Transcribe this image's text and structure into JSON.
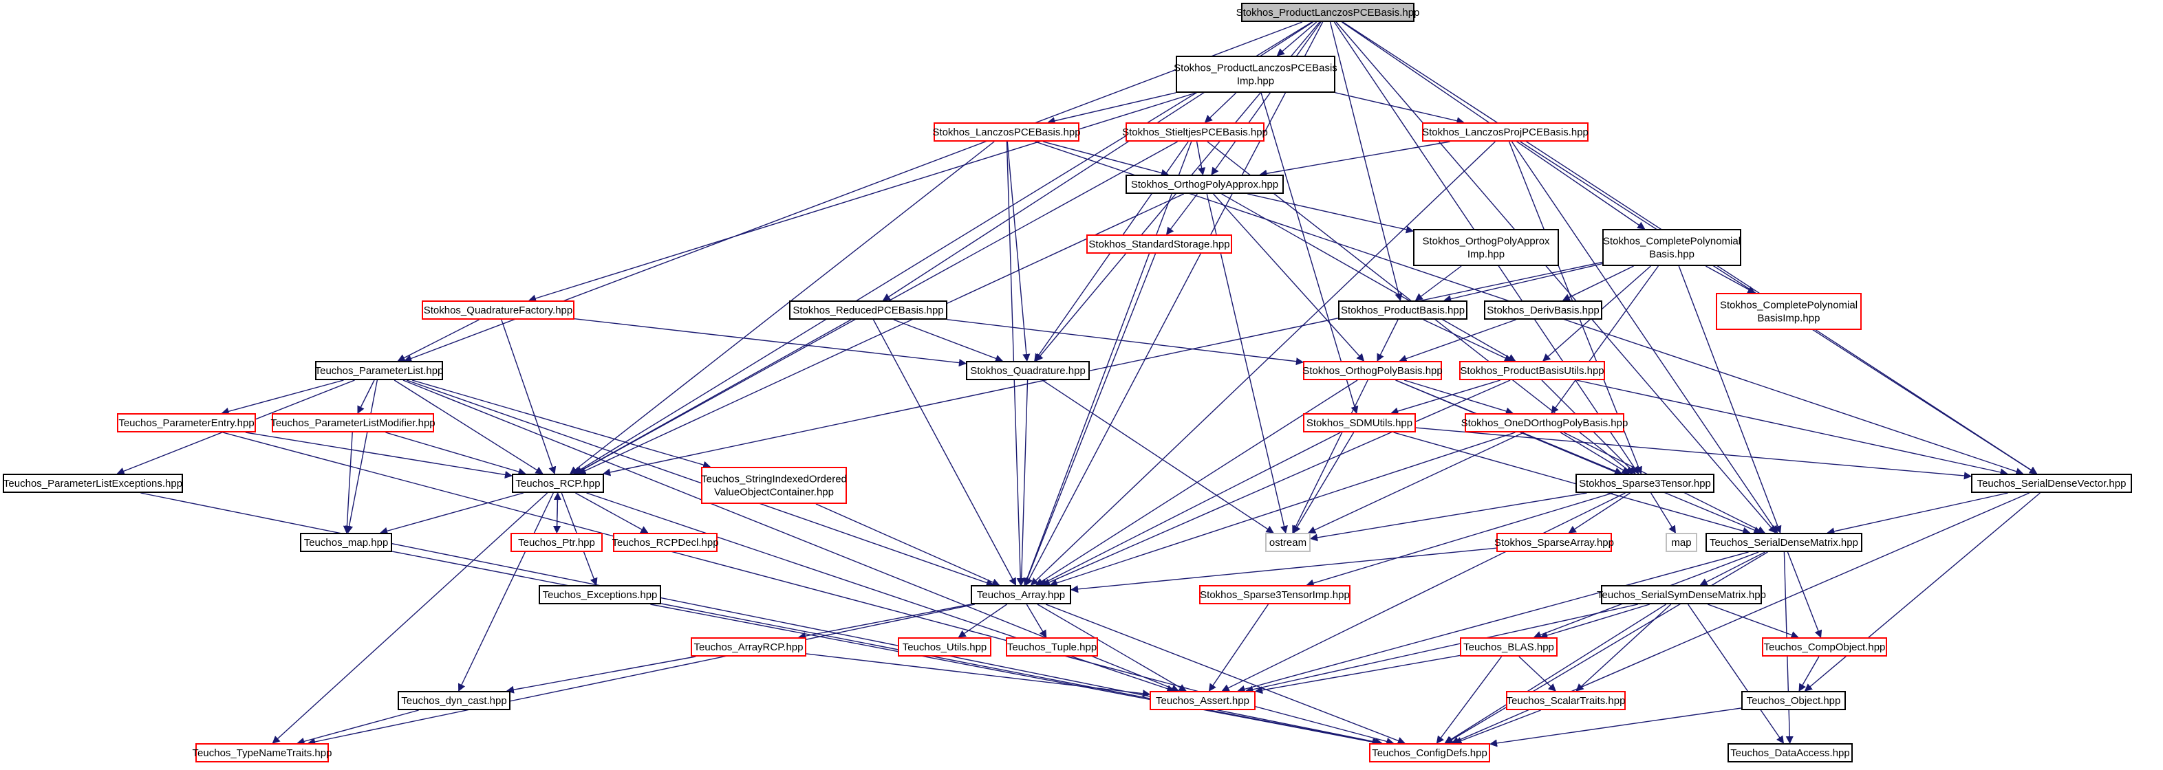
{
  "colors": {
    "root_fill": "#bfbfbf",
    "black_border": "#000000",
    "red_border": "#ff0000",
    "gray_border": "#bfbfbf",
    "edge": "#191970",
    "background": "#ffffff"
  },
  "nodes": [
    {
      "id": "root",
      "lines": [
        "Stokhos_ProductLanczosPCEBasis.hpp"
      ],
      "style": "root"
    },
    {
      "id": "imp",
      "lines": [
        "Stokhos_ProductLanczosPCEBasis",
        "Imp.hpp"
      ],
      "style": "black"
    },
    {
      "id": "lanczos",
      "lines": [
        "Stokhos_LanczosPCEBasis.hpp"
      ],
      "style": "red"
    },
    {
      "id": "stieltjes",
      "lines": [
        "Stokhos_StieltjesPCEBasis.hpp"
      ],
      "style": "red"
    },
    {
      "id": "lanczosproj",
      "lines": [
        "Stokhos_LanczosProjPCEBasis.hpp"
      ],
      "style": "red"
    },
    {
      "id": "orthopolyapprox",
      "lines": [
        "Stokhos_OrthogPolyApprox.hpp"
      ],
      "style": "black"
    },
    {
      "id": "stdstorage",
      "lines": [
        "Stokhos_StandardStorage.hpp"
      ],
      "style": "red"
    },
    {
      "id": "opaimp",
      "lines": [
        "Stokhos_OrthogPolyApprox",
        "Imp.hpp"
      ],
      "style": "black"
    },
    {
      "id": "completepoly",
      "lines": [
        "Stokhos_CompletePolynomial",
        "Basis.hpp"
      ],
      "style": "black"
    },
    {
      "id": "completepolyimp",
      "lines": [
        "Stokhos_CompletePolynomial",
        "BasisImp.hpp"
      ],
      "style": "red"
    },
    {
      "id": "productbasis",
      "lines": [
        "Stokhos_ProductBasis.hpp"
      ],
      "style": "black"
    },
    {
      "id": "derivbasis",
      "lines": [
        "Stokhos_DerivBasis.hpp"
      ],
      "style": "black"
    },
    {
      "id": "quadfactory",
      "lines": [
        "Stokhos_QuadratureFactory.hpp"
      ],
      "style": "red"
    },
    {
      "id": "reducedpce",
      "lines": [
        "Stokhos_ReducedPCEBasis.hpp"
      ],
      "style": "black"
    },
    {
      "id": "quadrature",
      "lines": [
        "Stokhos_Quadrature.hpp"
      ],
      "style": "black"
    },
    {
      "id": "orthopolybasis",
      "lines": [
        "Stokhos_OrthogPolyBasis.hpp"
      ],
      "style": "red"
    },
    {
      "id": "productbasisutils",
      "lines": [
        "Stokhos_ProductBasisUtils.hpp"
      ],
      "style": "red"
    },
    {
      "id": "paramlist",
      "lines": [
        "Teuchos_ParameterList.hpp"
      ],
      "style": "black"
    },
    {
      "id": "paramentry",
      "lines": [
        "Teuchos_ParameterEntry.hpp"
      ],
      "style": "red"
    },
    {
      "id": "paramlistmod",
      "lines": [
        "Teuchos_ParameterListModifier.hpp"
      ],
      "style": "red"
    },
    {
      "id": "paramlistexc",
      "lines": [
        "Teuchos_ParameterListExceptions.hpp"
      ],
      "style": "black"
    },
    {
      "id": "rcp",
      "lines": [
        "Teuchos_RCP.hpp"
      ],
      "style": "black"
    },
    {
      "id": "strindexed",
      "lines": [
        "Teuchos_StringIndexedOrdered",
        "ValueObjectContainer.hpp"
      ],
      "style": "red"
    },
    {
      "id": "sdmutils",
      "lines": [
        "Stokhos_SDMUtils.hpp"
      ],
      "style": "red"
    },
    {
      "id": "onedortho",
      "lines": [
        "Stokhos_OneDOrthogPolyBasis.hpp"
      ],
      "style": "red"
    },
    {
      "id": "sparse3tensor",
      "lines": [
        "Stokhos_Sparse3Tensor.hpp"
      ],
      "style": "black"
    },
    {
      "id": "serialdensevector",
      "lines": [
        "Teuchos_SerialDenseVector.hpp"
      ],
      "style": "black"
    },
    {
      "id": "ostream",
      "lines": [
        "ostream"
      ],
      "style": "gray"
    },
    {
      "id": "map",
      "lines": [
        "map"
      ],
      "style": "gray"
    },
    {
      "id": "serialdensematrix",
      "lines": [
        "Teuchos_SerialDenseMatrix.hpp"
      ],
      "style": "black"
    },
    {
      "id": "sparsearray",
      "lines": [
        "Stokhos_SparseArray.hpp"
      ],
      "style": "red"
    },
    {
      "id": "maphpp",
      "lines": [
        "Teuchos_map.hpp"
      ],
      "style": "black"
    },
    {
      "id": "ptr",
      "lines": [
        "Teuchos_Ptr.hpp"
      ],
      "style": "red"
    },
    {
      "id": "rcpdecl",
      "lines": [
        "Teuchos_RCPDecl.hpp"
      ],
      "style": "red"
    },
    {
      "id": "exceptions",
      "lines": [
        "Teuchos_Exceptions.hpp"
      ],
      "style": "black"
    },
    {
      "id": "array",
      "lines": [
        "Teuchos_Array.hpp"
      ],
      "style": "black"
    },
    {
      "id": "sparse3tensorimp",
      "lines": [
        "Stokhos_Sparse3TensorImp.hpp"
      ],
      "style": "red"
    },
    {
      "id": "serialsym",
      "lines": [
        "Teuchos_SerialSymDenseMatrix.hpp"
      ],
      "style": "black"
    },
    {
      "id": "arrayrcp",
      "lines": [
        "Teuchos_ArrayRCP.hpp"
      ],
      "style": "red"
    },
    {
      "id": "utils",
      "lines": [
        "Teuchos_Utils.hpp"
      ],
      "style": "red"
    },
    {
      "id": "tuple",
      "lines": [
        "Teuchos_Tuple.hpp"
      ],
      "style": "red"
    },
    {
      "id": "blas",
      "lines": [
        "Teuchos_BLAS.hpp"
      ],
      "style": "red"
    },
    {
      "id": "compobject",
      "lines": [
        "Teuchos_CompObject.hpp"
      ],
      "style": "red"
    },
    {
      "id": "dyncast",
      "lines": [
        "Teuchos_dyn_cast.hpp"
      ],
      "style": "black"
    },
    {
      "id": "assert",
      "lines": [
        "Teuchos_Assert.hpp"
      ],
      "style": "red"
    },
    {
      "id": "scalartraits",
      "lines": [
        "Teuchos_ScalarTraits.hpp"
      ],
      "style": "red"
    },
    {
      "id": "object",
      "lines": [
        "Teuchos_Object.hpp"
      ],
      "style": "black"
    },
    {
      "id": "typenametraits",
      "lines": [
        "Teuchos_TypeNameTraits.hpp"
      ],
      "style": "red"
    },
    {
      "id": "configdefs",
      "lines": [
        "Teuchos_ConfigDefs.hpp"
      ],
      "style": "red"
    },
    {
      "id": "dataaccess",
      "lines": [
        "Teuchos_DataAccess.hpp"
      ],
      "style": "black"
    }
  ],
  "edges": [
    [
      "root",
      "imp"
    ],
    [
      "root",
      "paramlist"
    ],
    [
      "root",
      "rcp"
    ],
    [
      "root",
      "array"
    ],
    [
      "root",
      "reducedpce"
    ],
    [
      "root",
      "quadrature"
    ],
    [
      "root",
      "orthopolyapprox"
    ],
    [
      "root",
      "productbasis"
    ],
    [
      "root",
      "completepoly"
    ],
    [
      "root",
      "sparse3tensor"
    ],
    [
      "root",
      "serialdensevector"
    ],
    [
      "root",
      "serialdensematrix"
    ],
    [
      "imp",
      "lanczos"
    ],
    [
      "imp",
      "stieltjes"
    ],
    [
      "imp",
      "lanczosproj"
    ],
    [
      "imp",
      "quadfactory"
    ],
    [
      "imp",
      "sdmutils"
    ],
    [
      "lanczos",
      "orthopolyapprox"
    ],
    [
      "lanczos",
      "rcp"
    ],
    [
      "lanczos",
      "quadrature"
    ],
    [
      "lanczos",
      "array"
    ],
    [
      "lanczos",
      "serialdensevector"
    ],
    [
      "stieltjes",
      "orthopolyapprox"
    ],
    [
      "stieltjes",
      "quadrature"
    ],
    [
      "stieltjes",
      "rcp"
    ],
    [
      "stieltjes",
      "array"
    ],
    [
      "stieltjes",
      "sparse3tensor"
    ],
    [
      "lanczosproj",
      "orthopolyapprox"
    ],
    [
      "lanczosproj",
      "array"
    ],
    [
      "lanczosproj",
      "sparse3tensor"
    ],
    [
      "lanczosproj",
      "serialdensevector"
    ],
    [
      "lanczosproj",
      "serialdensematrix"
    ],
    [
      "orthopolyapprox",
      "stdstorage"
    ],
    [
      "orthopolyapprox",
      "opaimp"
    ],
    [
      "orthopolyapprox",
      "orthopolybasis"
    ],
    [
      "orthopolyapprox",
      "rcp"
    ],
    [
      "orthopolyapprox",
      "ostream"
    ],
    [
      "orthopolyapprox",
      "productbasisutils"
    ],
    [
      "stdstorage",
      "array"
    ],
    [
      "opaimp",
      "productbasis"
    ],
    [
      "completepoly",
      "completepolyimp"
    ],
    [
      "completepoly",
      "productbasis"
    ],
    [
      "completepoly",
      "derivbasis"
    ],
    [
      "completepoly",
      "productbasisutils"
    ],
    [
      "completepoly",
      "onedortho"
    ],
    [
      "completepoly",
      "serialdensematrix"
    ],
    [
      "completepoly",
      "rcp"
    ],
    [
      "productbasis",
      "orthopolybasis"
    ],
    [
      "productbasis",
      "productbasisutils"
    ],
    [
      "derivbasis",
      "orthopolybasis"
    ],
    [
      "quadfactory",
      "paramlist"
    ],
    [
      "quadfactory",
      "quadrature"
    ],
    [
      "quadfactory",
      "rcp"
    ],
    [
      "reducedpce",
      "quadrature"
    ],
    [
      "reducedpce",
      "orthopolybasis"
    ],
    [
      "reducedpce",
      "rcp"
    ],
    [
      "reducedpce",
      "array"
    ],
    [
      "quadrature",
      "array"
    ],
    [
      "quadrature",
      "ostream"
    ],
    [
      "orthopolybasis",
      "ostream"
    ],
    [
      "orthopolybasis",
      "array"
    ],
    [
      "orthopolybasis",
      "sparse3tensor"
    ],
    [
      "orthopolybasis",
      "serialdensematrix"
    ],
    [
      "orthopolybasis",
      "onedortho"
    ],
    [
      "productbasisutils",
      "sdmutils"
    ],
    [
      "productbasisutils",
      "sparse3tensor"
    ],
    [
      "productbasisutils",
      "serialdensevector"
    ],
    [
      "productbasisutils",
      "array"
    ],
    [
      "paramlist",
      "paramentry"
    ],
    [
      "paramlist",
      "paramlistmod"
    ],
    [
      "paramlist",
      "paramlistexc"
    ],
    [
      "paramlist",
      "rcp"
    ],
    [
      "paramlist",
      "strindexed"
    ],
    [
      "paramlist",
      "maphpp"
    ],
    [
      "paramlist",
      "array"
    ],
    [
      "paramlist",
      "assert"
    ],
    [
      "paramentry",
      "rcp"
    ],
    [
      "paramentry",
      "configdefs"
    ],
    [
      "paramlistmod",
      "rcp"
    ],
    [
      "paramlistmod",
      "maphpp"
    ],
    [
      "paramlistexc",
      "configdefs"
    ],
    [
      "rcp",
      "ptr"
    ],
    [
      "rcp",
      "rcpdecl"
    ],
    [
      "rcp",
      "exceptions"
    ],
    [
      "rcp",
      "maphpp"
    ],
    [
      "rcp",
      "dyncast"
    ],
    [
      "rcp",
      "typenametraits"
    ],
    [
      "rcp",
      "assert"
    ],
    [
      "ptr",
      "rcp"
    ],
    [
      "strindexed",
      "array"
    ],
    [
      "sdmutils",
      "ostream"
    ],
    [
      "sdmutils",
      "serialdensematrix"
    ],
    [
      "sdmutils",
      "serialdensevector"
    ],
    [
      "sdmutils",
      "array"
    ],
    [
      "onedortho",
      "sparse3tensor"
    ],
    [
      "onedortho",
      "ostream"
    ],
    [
      "onedortho",
      "serialdensematrix"
    ],
    [
      "onedortho",
      "array"
    ],
    [
      "sparse3tensor",
      "ostream"
    ],
    [
      "sparse3tensor",
      "map"
    ],
    [
      "sparse3tensor",
      "sparsearray"
    ],
    [
      "sparse3tensor",
      "sparse3tensorimp"
    ],
    [
      "sparse3tensor",
      "assert"
    ],
    [
      "serialdensevector",
      "serialdensematrix"
    ],
    [
      "serialdensevector",
      "object"
    ],
    [
      "serialdensevector",
      "configdefs"
    ],
    [
      "serialdensematrix",
      "serialsym"
    ],
    [
      "serialdensematrix",
      "blas"
    ],
    [
      "serialdensematrix",
      "compobject"
    ],
    [
      "serialdensematrix",
      "configdefs"
    ],
    [
      "serialdensematrix",
      "dataaccess"
    ],
    [
      "serialdensematrix",
      "assert"
    ],
    [
      "sparsearray",
      "array"
    ],
    [
      "maphpp",
      "configdefs"
    ],
    [
      "exceptions",
      "configdefs"
    ],
    [
      "array",
      "arrayrcp"
    ],
    [
      "array",
      "utils"
    ],
    [
      "array",
      "tuple"
    ],
    [
      "array",
      "assert"
    ],
    [
      "array",
      "typenametraits"
    ],
    [
      "array",
      "configdefs"
    ],
    [
      "sparse3tensorimp",
      "assert"
    ],
    [
      "serialsym",
      "blas"
    ],
    [
      "serialsym",
      "scalartraits"
    ],
    [
      "serialsym",
      "compobject"
    ],
    [
      "serialsym",
      "configdefs"
    ],
    [
      "serialsym",
      "dataaccess"
    ],
    [
      "serialsym",
      "assert"
    ],
    [
      "arrayrcp",
      "dyncast"
    ],
    [
      "arrayrcp",
      "assert"
    ],
    [
      "blas",
      "scalartraits"
    ],
    [
      "blas",
      "configdefs"
    ],
    [
      "blas",
      "assert"
    ],
    [
      "compobject",
      "object"
    ],
    [
      "scalartraits",
      "configdefs"
    ],
    [
      "object",
      "configdefs"
    ],
    [
      "dyncast",
      "typenametraits"
    ]
  ]
}
